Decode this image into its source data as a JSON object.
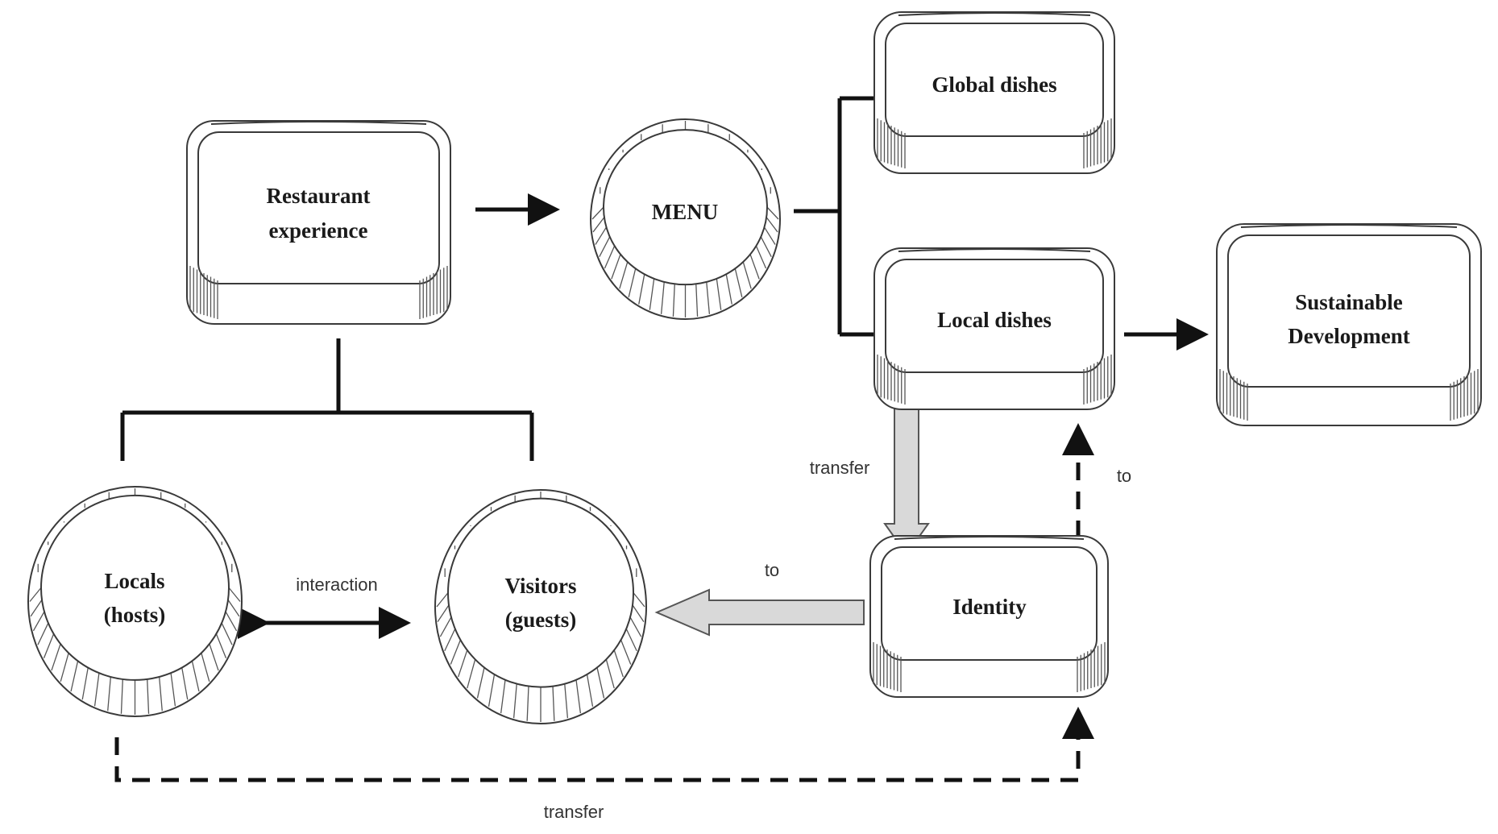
{
  "nodes": {
    "restaurant": {
      "line1": "Restaurant",
      "line2": "experience"
    },
    "menu": {
      "line1": "MENU"
    },
    "global": {
      "line1": "Global dishes"
    },
    "local": {
      "line1": "Local dishes"
    },
    "sustainable": {
      "line1": "Sustainable",
      "line2": "Development"
    },
    "identity": {
      "line1": "Identity"
    },
    "locals": {
      "line1": "Locals",
      "line2": "(hosts)"
    },
    "visitors": {
      "line1": "Visitors",
      "line2": "(guests)"
    }
  },
  "edges": {
    "interaction": "interaction",
    "transfer_local_identity": "transfer",
    "to_identity_local": "to",
    "to_identity_visitors": "to",
    "transfer_locals_identity": "transfer"
  },
  "colors": {
    "stroke": "#3a3a3a",
    "connector": "#111111",
    "hollow_arrow_fill": "#d9d9d9"
  }
}
